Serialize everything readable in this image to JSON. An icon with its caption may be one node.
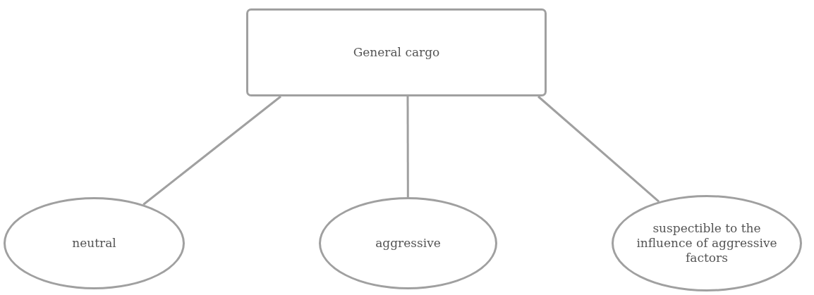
{
  "diagram": {
    "nodes": [
      {
        "text": [
          "General cargo"
        ]
      },
      {
        "text": [
          "neutral"
        ]
      },
      {
        "text": [
          "aggressive"
        ]
      },
      {
        "text": [
          "suspectible to the influence of aggressive factors"
        ]
      }
    ],
    "edges": [
      {
        "from": 0,
        "to": 1,
        "arrow": "none"
      },
      {
        "from": 0,
        "to": 2,
        "arrow": "none"
      },
      {
        "from": 0,
        "to": 3,
        "arrow": "none"
      }
    ]
  }
}
